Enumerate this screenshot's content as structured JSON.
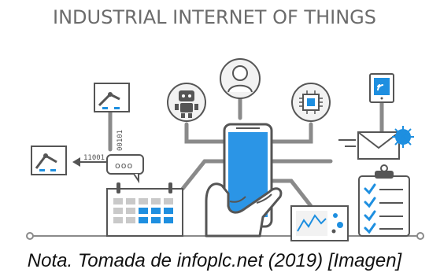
{
  "title": "INDUSTRIAL INTERNET OF THINGS",
  "caption": "Nota. Tomada de infoplc.net (2019) [Imagen]",
  "labels": {
    "binary_vertical": "00101",
    "binary_horizontal": "11001",
    "chat_dots": "ooo"
  },
  "icons": [
    "robot-arm-icon-top",
    "robot-arm-icon-left",
    "robot-icon",
    "user-icon",
    "chip-icon",
    "tablet-signal-icon",
    "envelope-icon",
    "smartphone-in-hand-icon",
    "calendar-icon",
    "chat-bubble-icon",
    "analytics-screen-icon",
    "checklist-clipboard-icon"
  ],
  "colors": {
    "line": "#8a8a8a",
    "outline": "#555555",
    "accent_blue": "#1e8fe0",
    "phone_screen": "#2b95e6",
    "circle_fill": "#f2f2f2",
    "title_text": "#6b6b6b"
  }
}
